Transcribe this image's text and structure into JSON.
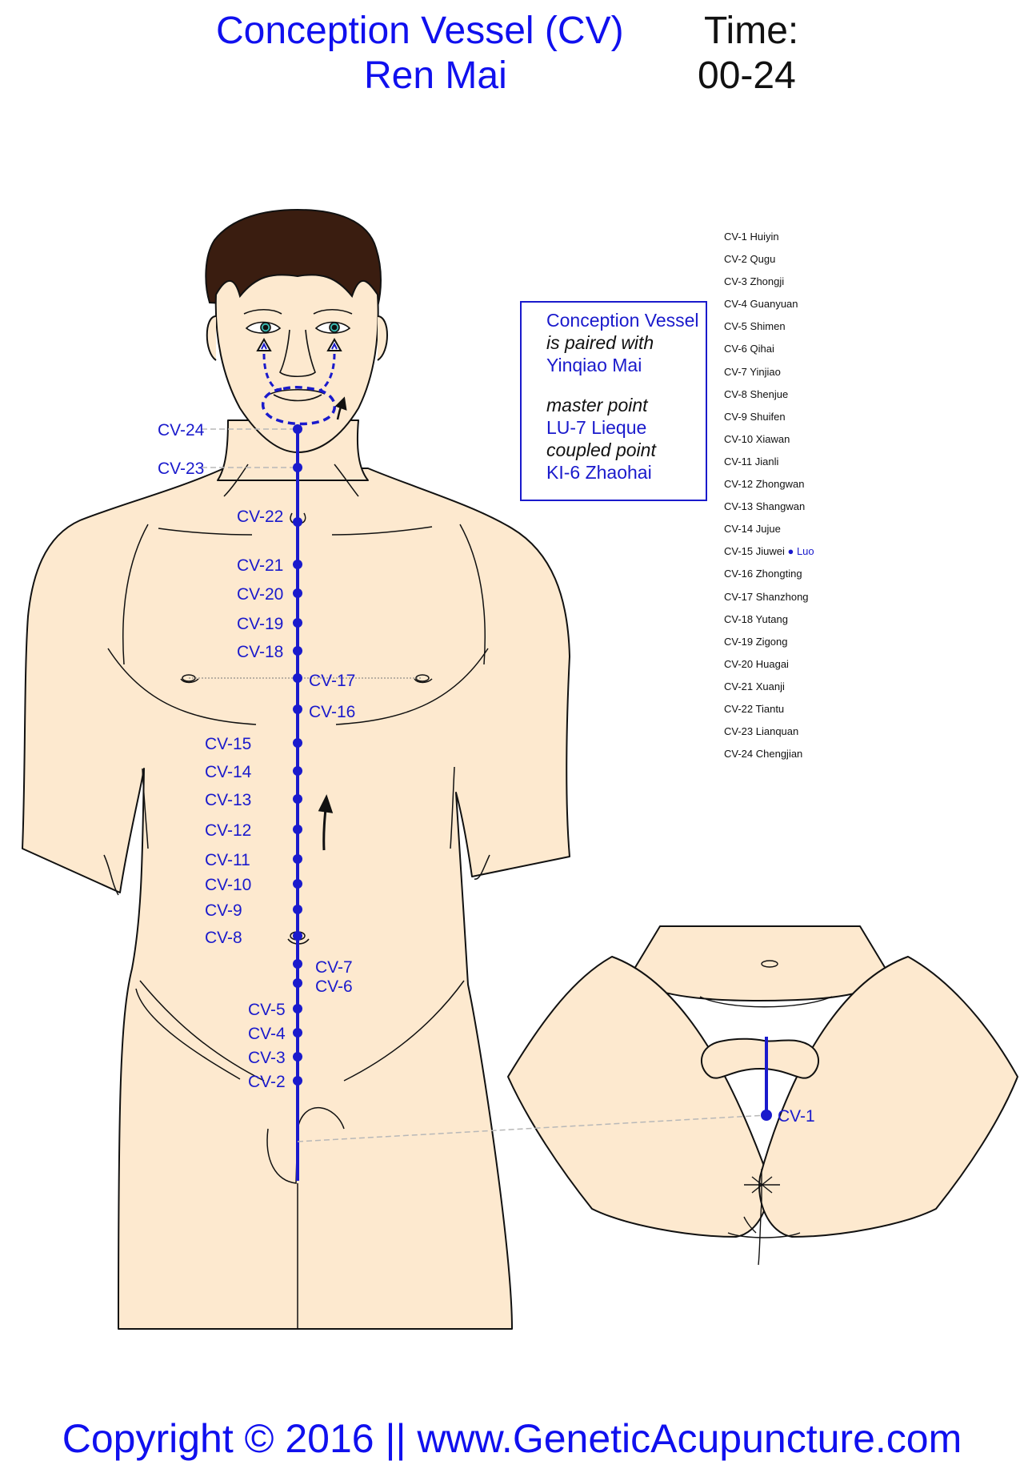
{
  "title": {
    "line1": "Conception Vessel (CV)",
    "line2": "Ren Mai"
  },
  "time": {
    "label": "Time:",
    "value": "00-24"
  },
  "info_box": {
    "line1": "Conception Vessel",
    "line2": "is paired with",
    "line3": "Yinqiao Mai",
    "line4": "master point",
    "line5": "LU-7 Lieque",
    "line6": "coupled point",
    "line7": "KI-6 Zhaohai"
  },
  "legend": [
    {
      "text": "CV-1 Huiyin"
    },
    {
      "text": "CV-2 Qugu"
    },
    {
      "text": "CV-3 Zhongji"
    },
    {
      "text": "CV-4 Guanyuan"
    },
    {
      "text": "CV-5 Shimen"
    },
    {
      "text": "CV-6 Qihai"
    },
    {
      "text": "CV-7 Yinjiao"
    },
    {
      "text": "CV-8 Shenjue"
    },
    {
      "text": "CV-9 Shuifen"
    },
    {
      "text": "CV-10 Xiawan"
    },
    {
      "text": "CV-11 Jianli"
    },
    {
      "text": "CV-12 Zhongwan"
    },
    {
      "text": "CV-13 Shangwan"
    },
    {
      "text": "CV-14 Jujue"
    },
    {
      "text": "CV-15 Jiuwei",
      "extra": "● Luo"
    },
    {
      "text": "CV-16 Zhongting"
    },
    {
      "text": "CV-17 Shanzhong"
    },
    {
      "text": "CV-18 Yutang"
    },
    {
      "text": "CV-19 Zigong"
    },
    {
      "text": "CV-20 Huagai"
    },
    {
      "text": "CV-21 Xuanji"
    },
    {
      "text": "CV-22 Tiantu"
    },
    {
      "text": "CV-23 Lianquan"
    },
    {
      "text": "CV-24 Chengjian"
    }
  ],
  "points": [
    "CV-24",
    "CV-23",
    "CV-22",
    "CV-21",
    "CV-20",
    "CV-19",
    "CV-18",
    "CV-17",
    "CV-16",
    "CV-15",
    "CV-14",
    "CV-13",
    "CV-12",
    "CV-11",
    "CV-10",
    "CV-9",
    "CV-8",
    "CV-7",
    "CV-6",
    "CV-5",
    "CV-4",
    "CV-3",
    "CV-2",
    "CV-1"
  ],
  "copyright": "Copyright © 2016 || www.GeneticAcupuncture.com",
  "colors": {
    "meridian": "#1a1acc",
    "skin": "#fde9cf",
    "hair": "#3a1d10",
    "outline": "#111111"
  }
}
